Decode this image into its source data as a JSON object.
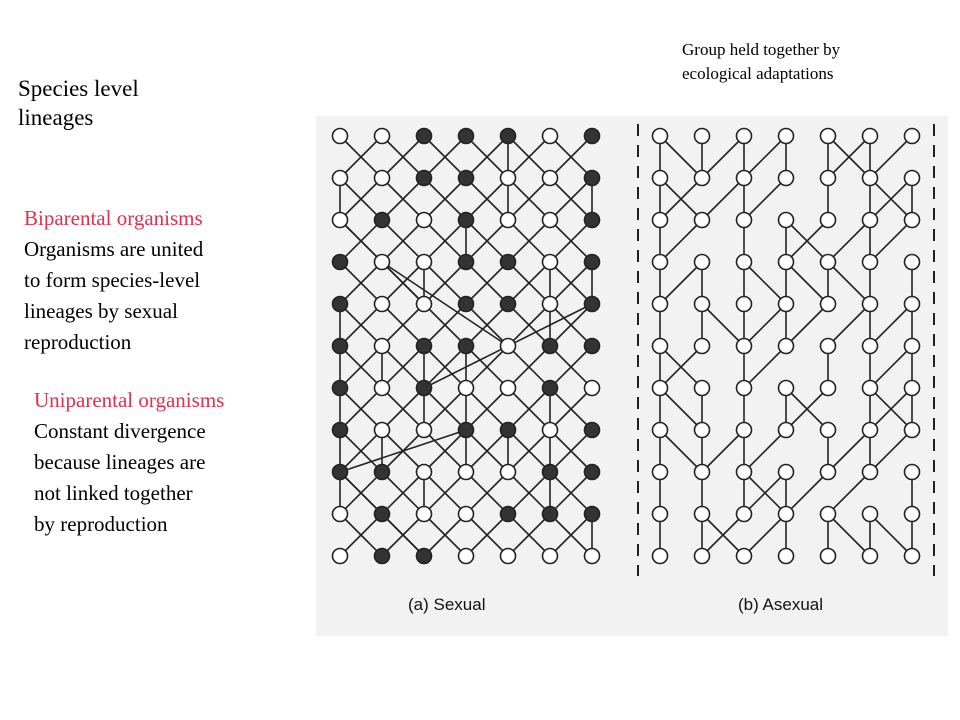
{
  "labels": {
    "species_lineages": [
      "Species level",
      "lineages"
    ],
    "group_note": [
      "Group held together by",
      "ecological adaptations"
    ]
  },
  "biparental": {
    "heading": "Biparental organisms",
    "lines": [
      "Organisms are united",
      "to form species-level",
      "lineages by sexual",
      "reproduction"
    ]
  },
  "uniparental": {
    "heading": "Uniparental organisms",
    "lines": [
      "Constant divergence",
      "because lineages are",
      "not linked together",
      "by reproduction"
    ]
  },
  "figure": {
    "sexual_caption": "(a) Sexual",
    "asexual_caption": "(b) Asexual"
  },
  "colors": {
    "accent": "#e0304e",
    "node_filled": "#333333",
    "node_open": "#ffffff",
    "stroke": "#222222",
    "scan_bg": "#f2f2f2"
  }
}
